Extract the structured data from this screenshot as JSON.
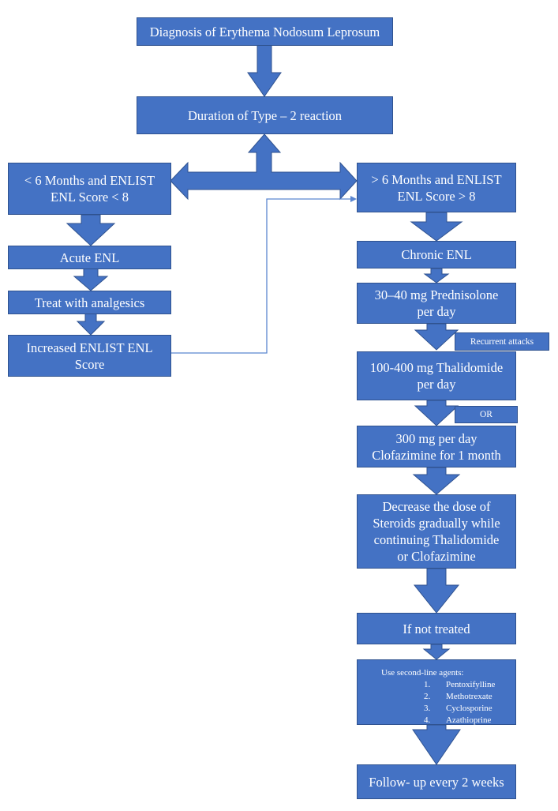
{
  "diagram": {
    "nodes": {
      "diagnosis": "Diagnosis of Erythema Nodosum Leprosum",
      "duration": "Duration of Type – 2 reaction",
      "less_than_6": [
        "< 6 Months and ENLIST",
        "ENL Score  < 8"
      ],
      "more_than_6": [
        "> 6 Months and ENLIST",
        "ENL Score  > 8"
      ],
      "acute": "Acute ENL",
      "analgesics": "Treat with analgesics",
      "increased_score": [
        "Increased ENLIST ENL",
        "Score"
      ],
      "chronic": "Chronic ENL",
      "prednisolone": [
        "30–40 mg Prednisolone",
        "per day"
      ],
      "thalidomide": [
        "100-400 mg Thalidomide",
        "per day"
      ],
      "clofazimine": [
        "300 mg per day",
        "Clofazimine for 1 month"
      ],
      "decrease_steroids": [
        "Decrease the dose of",
        "Steroids gradually while",
        "continuing Thalidomide",
        "or Clofazimine"
      ],
      "not_treated": "If not treated",
      "follow_up": "Follow- up every 2 weeks"
    },
    "second_line": {
      "title": "Use second-line agents:",
      "items": [
        {
          "num": "1.",
          "name": "Pentoxifylline"
        },
        {
          "num": "2.",
          "name": "Methotrexate"
        },
        {
          "num": "3.",
          "name": "Cyclosporine"
        },
        {
          "num": "4.",
          "name": "Azathioprine"
        }
      ]
    },
    "tags": {
      "recurrent": "Recurrent attacks",
      "or": "OR"
    },
    "colors": {
      "fill": "#4472C4",
      "border": "#2F528F",
      "text": "#FFFFFF"
    }
  }
}
